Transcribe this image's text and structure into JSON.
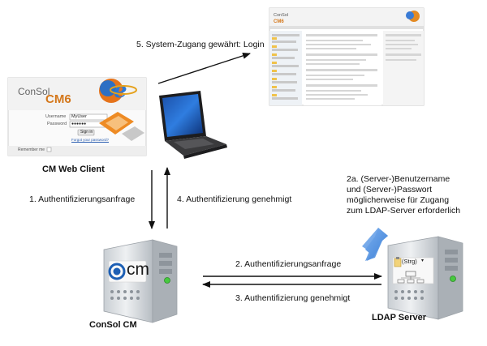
{
  "steps": {
    "step1": "1. Authentifizierungsanfrage",
    "step2": "2. Authentifizierungsanfrage",
    "step2a": [
      "2a. (Server-)Benutzername",
      "und (Server-)Passwort",
      "möglicherweise für Zugang",
      "zum LDAP-Server erforderlich"
    ],
    "step3": "3. Authentifizierung genehmigt",
    "step4": "4. Authentifizierung genehmigt",
    "step5": "5. System-Zugang gewährt: Login"
  },
  "nodes": {
    "web_client": "CM Web Client",
    "consol_cm": "ConSol CM",
    "ldap_server": "LDAP Server"
  },
  "login_window": {
    "logo_consol": "ConSol",
    "logo_cm6": "CM6",
    "username_label": "Username",
    "username_value": "MyUser",
    "password_label": "Password",
    "password_value": "●●●●●●",
    "signin_button": "Sign in",
    "forgot_link": "Forgot your password?",
    "remember_label": "Remember me"
  },
  "server_badge": "cm",
  "ldap_icon_label": "(Strg)"
}
